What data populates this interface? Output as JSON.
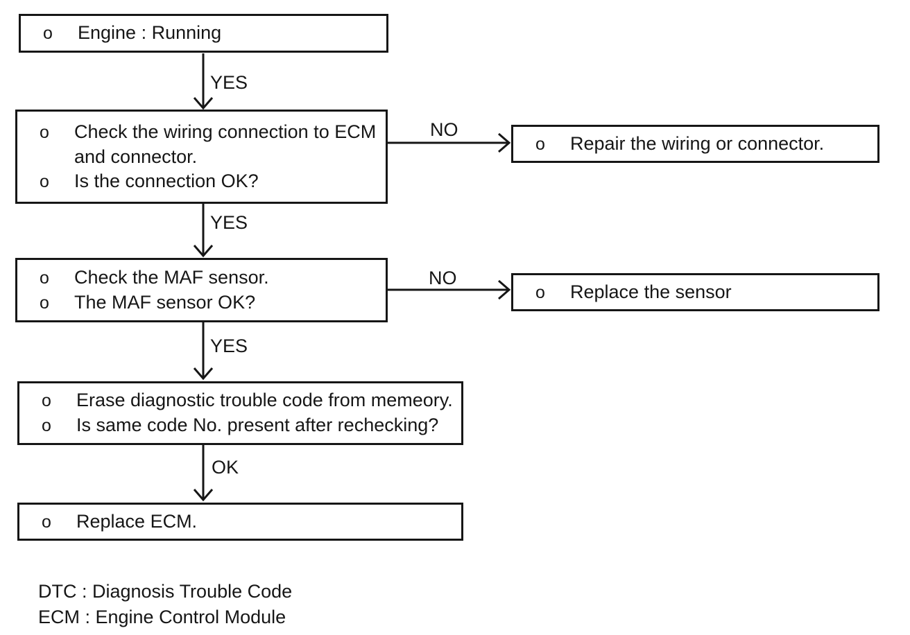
{
  "diagram": {
    "nodes": [
      {
        "name": "engine-running",
        "lines": [
          {
            "bullet": "o",
            "text": "Engine : Running"
          }
        ]
      },
      {
        "name": "check-wiring-connection",
        "lines": [
          {
            "bullet": "o",
            "text": "Check the wiring connection to ECM"
          },
          {
            "bullet": "",
            "text": "and connector."
          },
          {
            "bullet": "o",
            "text": "Is the connection OK?"
          }
        ]
      },
      {
        "name": "repair-wiring",
        "lines": [
          {
            "bullet": "o",
            "text": "Repair the wiring or connector."
          }
        ]
      },
      {
        "name": "check-maf-sensor",
        "lines": [
          {
            "bullet": "o",
            "text": "Check the MAF sensor."
          },
          {
            "bullet": "o",
            "text": "The MAF sensor OK?"
          }
        ]
      },
      {
        "name": "replace-sensor",
        "lines": [
          {
            "bullet": "o",
            "text": "Replace the sensor"
          }
        ]
      },
      {
        "name": "erase-dtc",
        "lines": [
          {
            "bullet": "o",
            "text": "Erase diagnostic trouble code from memeory."
          },
          {
            "bullet": "o",
            "text": "Is same code No. present after rechecking?"
          }
        ]
      },
      {
        "name": "replace-ecm",
        "lines": [
          {
            "bullet": "o",
            "text": "Replace ECM."
          }
        ]
      }
    ],
    "connectors": [
      {
        "name": "engine-to-check-wiring",
        "label": "YES"
      },
      {
        "name": "check-wiring-to-repair",
        "label": "NO"
      },
      {
        "name": "check-wiring-to-check-maf",
        "label": "YES"
      },
      {
        "name": "check-maf-to-replace-sensor",
        "label": "NO"
      },
      {
        "name": "check-maf-to-erase-dtc",
        "label": "YES"
      },
      {
        "name": "erase-dtc-to-replace-ecm",
        "label": "OK"
      }
    ],
    "legend": [
      "DTC : Diagnosis Trouble Code",
      "ECM : Engine Control Module"
    ],
    "colors": {
      "ink": "#161616",
      "background": "#ffffff"
    }
  }
}
